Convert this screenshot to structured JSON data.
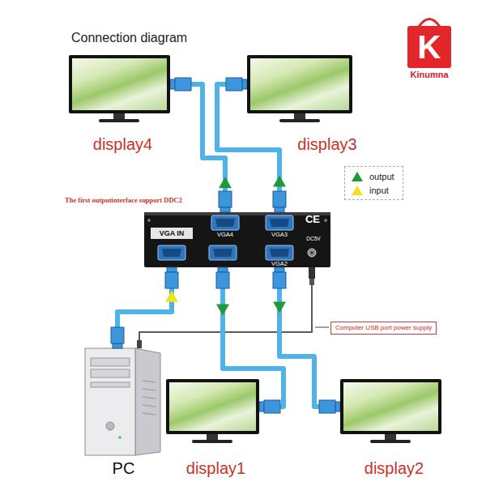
{
  "diagram": {
    "title": "Connection diagram",
    "nodes": [
      {
        "text": [
          "display4"
        ]
      },
      {
        "text": [
          "display3"
        ]
      },
      {
        "text": [
          "CE",
          "VGA IN",
          "VGA4",
          "VGA3",
          "DC5V",
          "VGA2"
        ]
      },
      {
        "text": [
          "Computer USB port power supply"
        ]
      },
      {
        "text": [
          "PC"
        ]
      },
      {
        "text": [
          "display1"
        ]
      },
      {
        "text": [
          "display2"
        ]
      }
    ],
    "edges": [
      {
        "from": 2,
        "to": 0,
        "arrow": "to"
      },
      {
        "from": 2,
        "to": 1,
        "arrow": "to"
      },
      {
        "from": 4,
        "to": 2,
        "arrow": "to"
      },
      {
        "from": 4,
        "to": 2,
        "arrow": "none"
      },
      {
        "from": 2,
        "to": 5,
        "arrow": "to"
      },
      {
        "from": 2,
        "to": 6,
        "arrow": "to"
      }
    ],
    "labels": [
      "K",
      "Kinumna",
      "The first outputinterface support DDC2"
    ],
    "legend": [
      {
        "text": "output",
        "color": "#1e9a3c"
      },
      {
        "text": "input",
        "color": "#f2e21a"
      }
    ]
  }
}
